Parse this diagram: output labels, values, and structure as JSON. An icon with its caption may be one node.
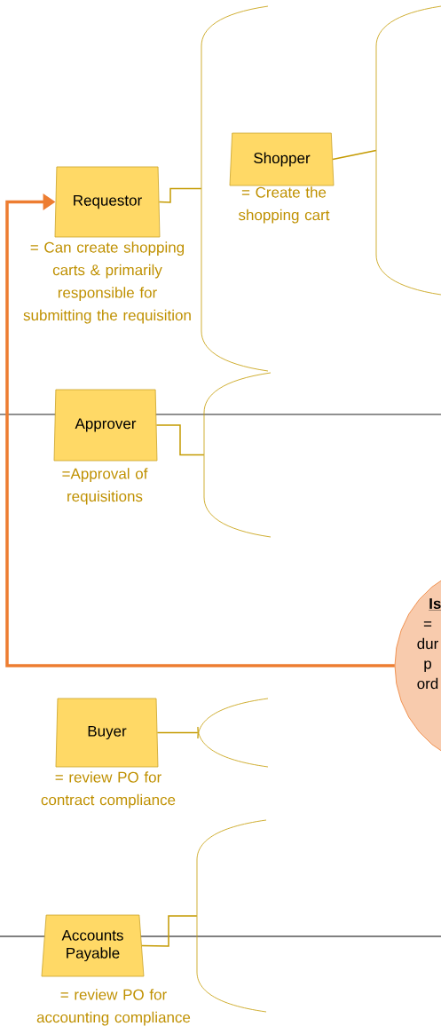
{
  "diagram": {
    "nodes": [
      {
        "text": [
          "Shopper"
        ],
        "beside": [
          "= Create the shopping cart"
        ]
      },
      {
        "text": [
          "Requestor"
        ],
        "beside": [
          "= Can create shopping carts & primarily responsible for submitting the requisition"
        ]
      },
      {
        "text": [
          "Approver"
        ],
        "beside": [
          "=Approval of requisitions"
        ]
      },
      {
        "text": [
          "Buyer"
        ],
        "beside": [
          "= review PO for contract compliance"
        ]
      },
      {
        "text": [
          "Accounts Payable"
        ],
        "beside": [
          "= review PO for accounting compliance"
        ]
      },
      {
        "text": [
          "Is",
          "= dur p ord"
        ]
      },
      {
        "text": [],
        "shape": "bracket"
      },
      {
        "text": [],
        "shape": "bracket"
      },
      {
        "text": [],
        "shape": "bracket"
      },
      {
        "text": [],
        "shape": "bracket"
      },
      {
        "text": [],
        "shape": "bracket"
      }
    ],
    "edges": [
      {
        "from": 0,
        "to": 7,
        "arrow": "none"
      },
      {
        "from": 1,
        "to": 6,
        "arrow": "none"
      },
      {
        "from": 2,
        "to": 8,
        "arrow": "none"
      },
      {
        "from": 3,
        "to": 9,
        "arrow": "none"
      },
      {
        "from": 4,
        "to": 10,
        "arrow": "none"
      },
      {
        "from": 5,
        "to": 1,
        "arrow": "to",
        "style": "thick",
        "color": "#ed7d31"
      }
    ]
  }
}
